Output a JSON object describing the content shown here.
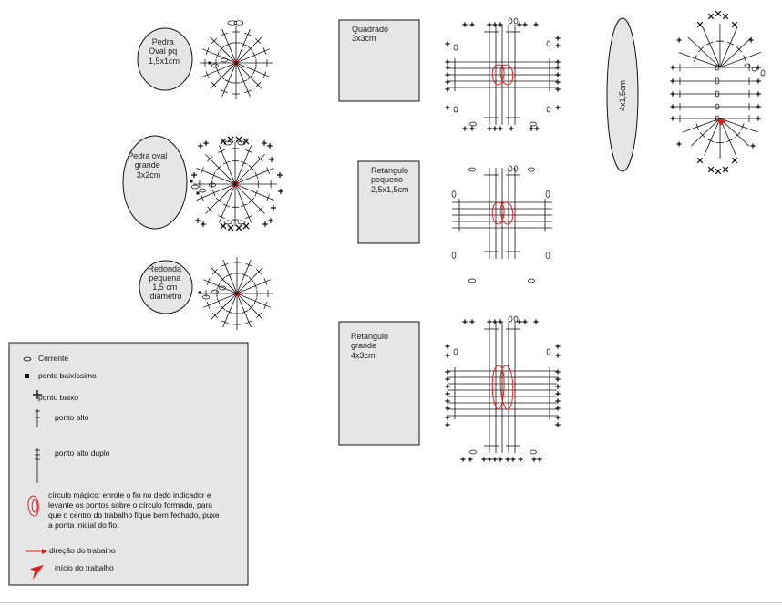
{
  "shapes": [
    {
      "id": "pedra-oval-pq",
      "label": [
        "Pedra",
        "Oval pq",
        "1,5x1cm"
      ]
    },
    {
      "id": "pedra-oval-grande",
      "label": [
        "Pedra oval",
        "grande",
        "3x2cm"
      ]
    },
    {
      "id": "redonda-pequena",
      "label": [
        "Redonda",
        "pequena",
        "1,5 cm",
        "diâmetro"
      ]
    },
    {
      "id": "quadrado",
      "label": [
        "Quadrado",
        "3x3cm"
      ]
    },
    {
      "id": "retangulo-pequeno",
      "label": [
        "Retangulo",
        "pequeno",
        "2,5x1,5cm"
      ]
    },
    {
      "id": "retangulo-grande",
      "label": [
        "Retangulo",
        "grande",
        "4x3cm"
      ]
    },
    {
      "id": "oval-4x15",
      "label": [
        "4x1,5cm"
      ]
    }
  ],
  "legend": {
    "corrente": "Corrente",
    "baixissimo": "ponto baixíssimo",
    "baixo": "ponto baixo",
    "alto": "ponto alto",
    "alto_duplo": "ponto alto duplo",
    "circulo_magico": [
      "círculo mágico: enrole o fio no dedo indicador e",
      "levante os pontos sobre o círculo formado, para",
      "que o centro do trabalho fique bem fechado, puxe",
      "a ponta inicial do fio."
    ],
    "direcao": "direção do trabalho",
    "inicio": "início do trabalho"
  },
  "colors": {
    "shape_fill": "#e6e6e6",
    "accent": "#e02020",
    "line": "#111111"
  }
}
